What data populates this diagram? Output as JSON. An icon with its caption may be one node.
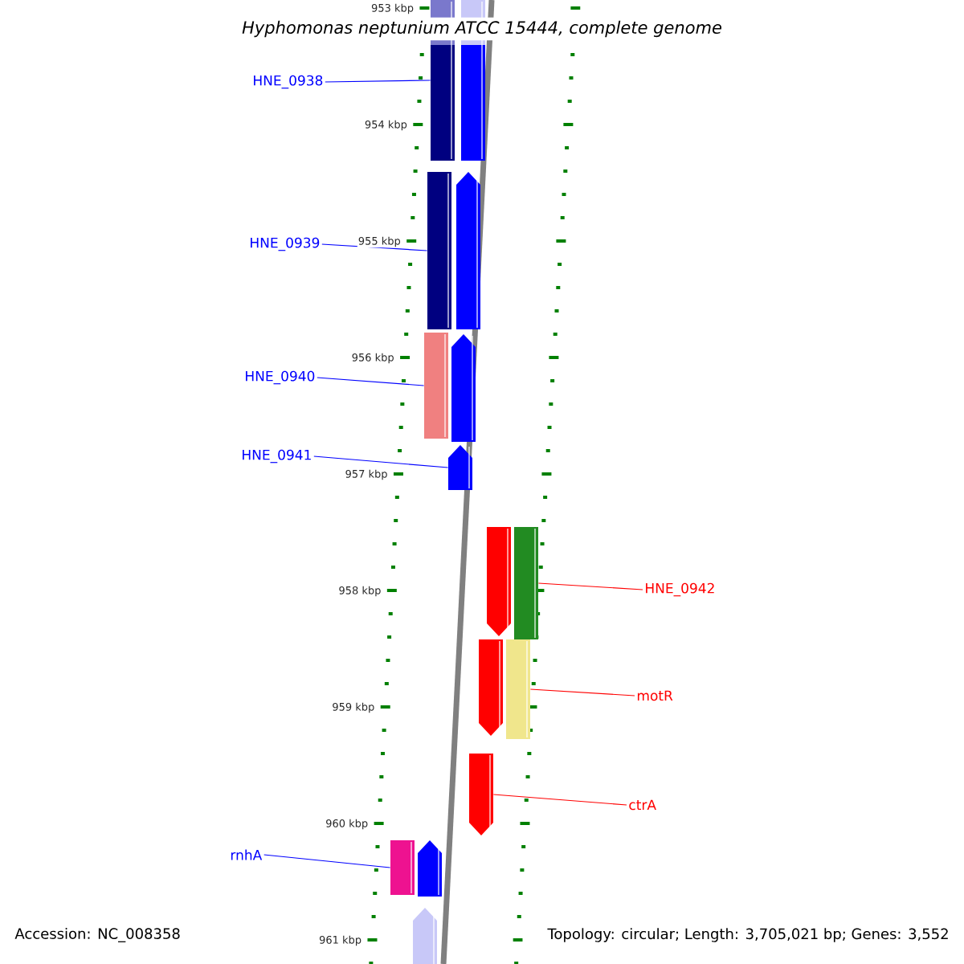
{
  "diagram": {
    "title": "Hyphomonas neptunium ATCC 15444, complete genome",
    "nodes": [
      {
        "text": [
          "HNE_0938"
        ]
      },
      {
        "text": [
          "HNE_0939"
        ]
      },
      {
        "text": [
          "HNE_0940"
        ]
      },
      {
        "text": [
          "HNE_0941"
        ]
      },
      {
        "text": [
          "HNE_0942"
        ]
      },
      {
        "text": [
          "motR"
        ]
      },
      {
        "text": [
          "ctrA"
        ]
      },
      {
        "text": [
          "rnhA"
        ]
      },
      {
        "text": [],
        "shape": "bar"
      },
      {
        "text": [],
        "shape": "bar"
      },
      {
        "text": [],
        "shape": "bar"
      },
      {
        "text": [],
        "shape": "pentagon"
      },
      {
        "text": [],
        "shape": "bar"
      },
      {
        "text": [],
        "shape": "pentagon"
      },
      {
        "text": [],
        "shape": "pentagon"
      },
      {
        "text": [],
        "shape": "pentagon"
      },
      {
        "text": [],
        "shape": "bar"
      },
      {
        "text": [],
        "shape": "pentagon"
      },
      {
        "text": [],
        "shape": "bar"
      },
      {
        "text": [],
        "shape": "pentagon"
      },
      {
        "text": [],
        "shape": "bar"
      },
      {
        "text": [],
        "shape": "pentagon"
      },
      {
        "text": [],
        "shape": "pentagon"
      }
    ],
    "edges": [
      {
        "from": 0,
        "to": 8,
        "arrow": "none",
        "color": "#0000ff"
      },
      {
        "from": 1,
        "to": 10,
        "arrow": "none",
        "color": "#0000ff"
      },
      {
        "from": 2,
        "to": 12,
        "arrow": "none",
        "color": "#0000ff"
      },
      {
        "from": 3,
        "to": 14,
        "arrow": "none",
        "color": "#0000ff"
      },
      {
        "from": 4,
        "to": 16,
        "arrow": "none",
        "color": "#ff0000"
      },
      {
        "from": 5,
        "to": 18,
        "arrow": "none",
        "color": "#ff0000"
      },
      {
        "from": 6,
        "to": 19,
        "arrow": "none",
        "color": "#ff0000"
      },
      {
        "from": 7,
        "to": 20,
        "arrow": "none",
        "color": "#0000ff"
      }
    ],
    "labels": [
      "953 kbp",
      "954 kbp",
      "955 kbp",
      "956 kbp",
      "957 kbp",
      "958 kbp",
      "959 kbp",
      "960 kbp",
      "961 kbp",
      "Accession: NC_008358",
      "Topology: circular; Length: 3,705,021 bp; Genes: 3,552"
    ]
  }
}
